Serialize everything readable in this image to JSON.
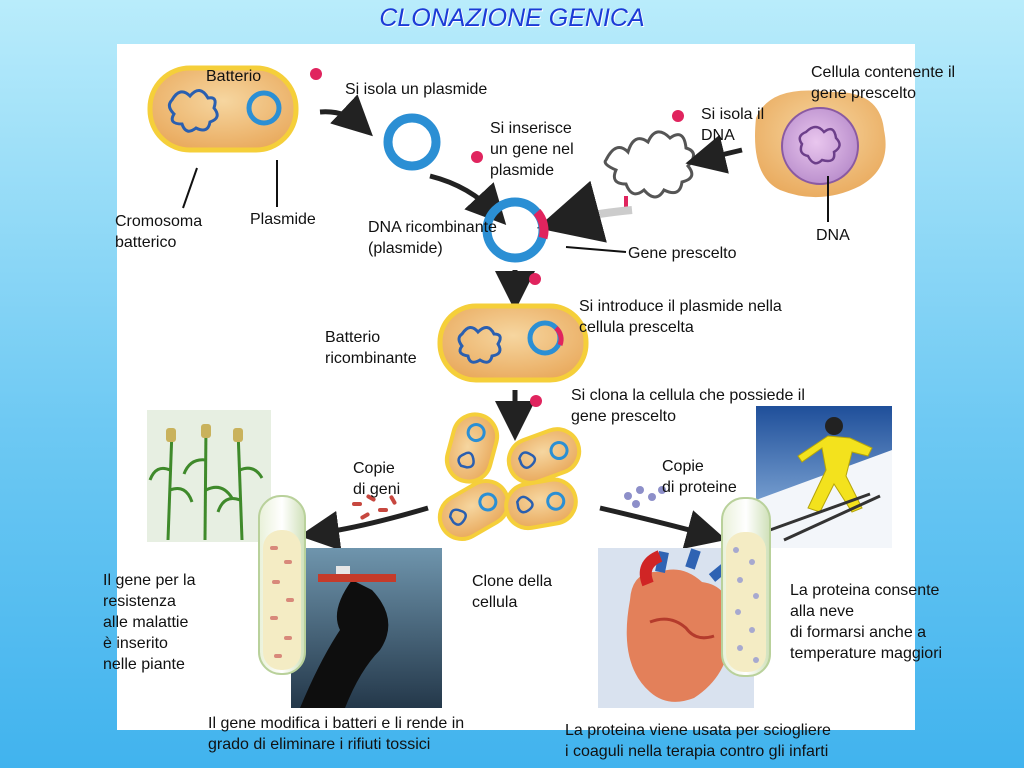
{
  "title": "CLONAZIONE GENICA",
  "labels": {
    "batterio": "Batterio",
    "si_isola_plasmide": "Si isola un plasmide",
    "cellula_contenente": "Cellula contenente il\ngene prescelto",
    "si_isola_dna": "Si isola il\nDNA",
    "si_inserisce": "Si inserisce\nun gene nel\nplasmide",
    "cromosoma": "Cromosoma\nbatterico",
    "plasmide": "Plasmide",
    "dna_ricombinante": "DNA ricombinante\n(plasmide)",
    "gene_prescelto": "Gene prescelto",
    "dna": "DNA",
    "si_introduce": "Si introduce il plasmide nella\ncellula prescelta",
    "batterio_ricombinante": "Batterio\nricombinante",
    "si_clona": "Si clona la cellula che possiede il\ngene prescelto",
    "copie_geni": "Copie\ndi geni",
    "copie_proteine": "Copie\ndi proteine",
    "clone": "Clone della\ncellula",
    "gene_resistenza": "Il gene per la\nresistenza\nalle malattie\nè inserito\nnelle piante",
    "proteina_neve": "La proteina consente\nalla neve\ndi formarsi anche a\ntemperature maggiori",
    "gene_batteri": "Il gene modifica i batteri e li rende in\ngrado di eliminare i rifiuti tossici",
    "proteina_coaguli": "La proteina viene usata per sciogliere\ni coaguli nella terapia contro gli infarti"
  },
  "colors": {
    "title": "#1c3bd6",
    "cell_fill": "#f2c27b",
    "cell_border": "#f7d23a",
    "plasmid": "#2b8fd4",
    "gene_mark": "#e0245e",
    "arrow": "#222222"
  },
  "icons": [
    "corn-plant-image",
    "ski-jumper-image",
    "oil-spill-image",
    "heart-image",
    "test-tube-icon"
  ]
}
